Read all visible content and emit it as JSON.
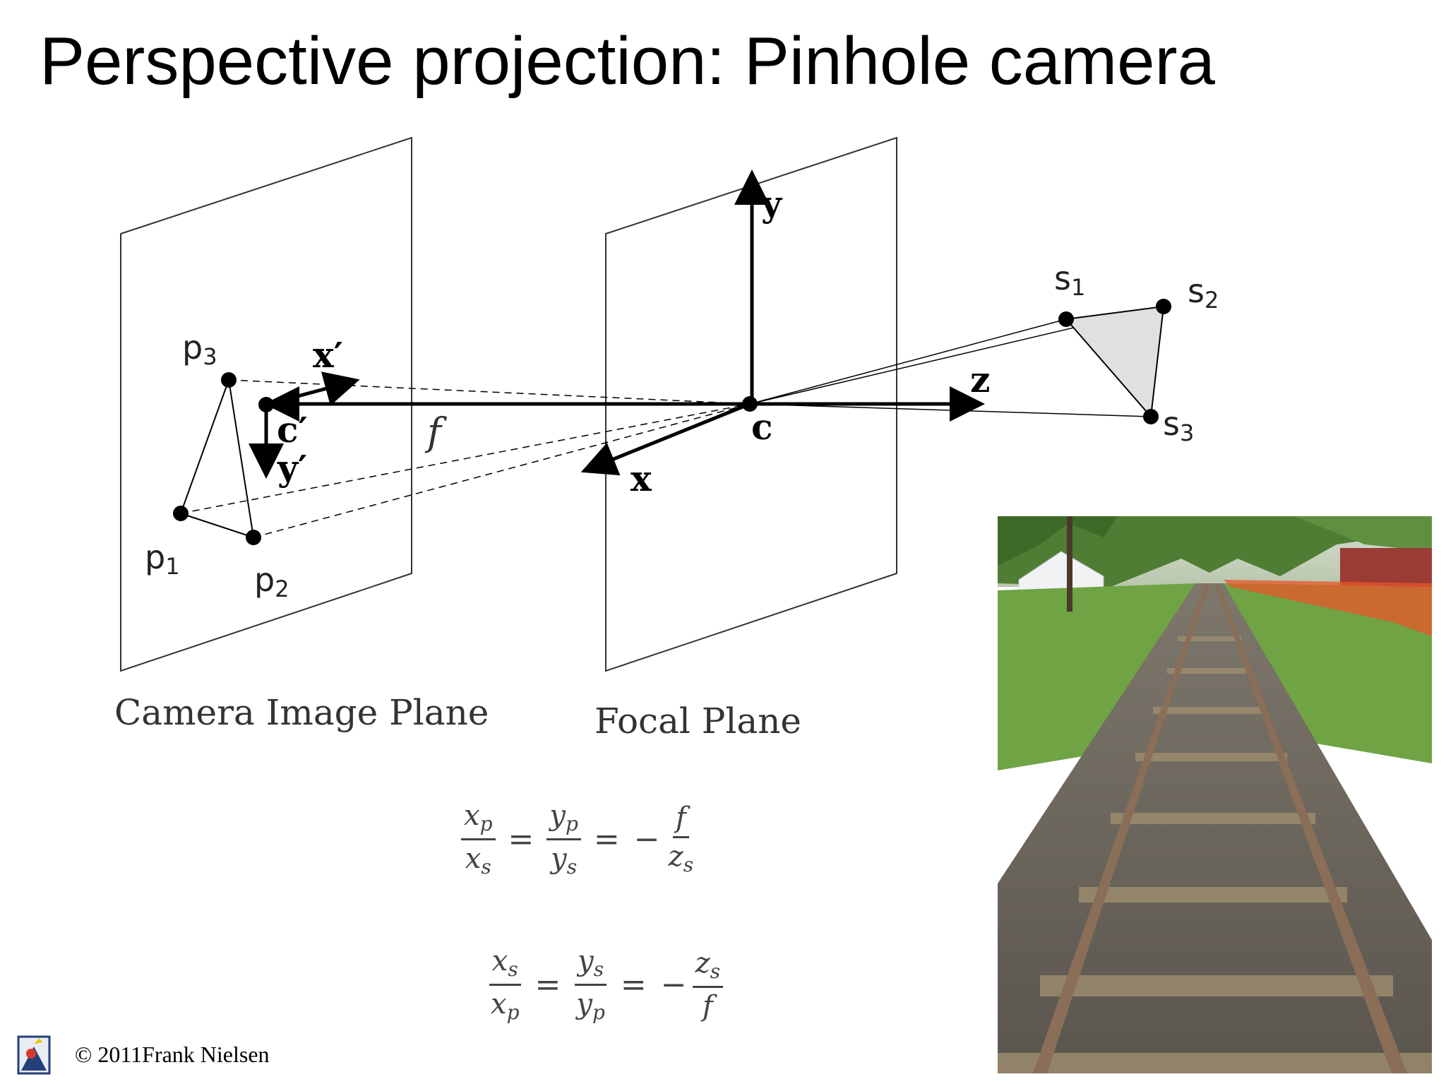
{
  "slide": {
    "title": "Perspective projection: Pinhole camera"
  },
  "diagram": {
    "labels": {
      "y_axis": "y",
      "z_axis": "z",
      "x_axis": "x",
      "center": "c",
      "image_center": "c′",
      "image_x": "x′",
      "image_y": "y′",
      "focal_length": "f",
      "p1": "p",
      "p1_sub": "1",
      "p2": "p",
      "p2_sub": "2",
      "p3": "p",
      "p3_sub": "3",
      "s1": "s",
      "s1_sub": "1",
      "s2": "s",
      "s2_sub": "2",
      "s3": "s",
      "s3_sub": "3"
    },
    "captions": {
      "image_plane": "Camera Image Plane",
      "focal_plane": "Focal Plane"
    }
  },
  "equations": {
    "eq1": {
      "a_num": "x",
      "a_num_sub": "p",
      "a_den": "x",
      "a_den_sub": "s",
      "b_num": "y",
      "b_num_sub": "p",
      "b_den": "y",
      "b_den_sub": "s",
      "c_num": "f",
      "c_den": "z",
      "c_den_sub": "s",
      "eq": "=",
      "minus": "−"
    },
    "eq2": {
      "a_num": "x",
      "a_num_sub": "s",
      "a_den": "x",
      "a_den_sub": "p",
      "b_num": "y",
      "b_num_sub": "s",
      "b_den": "y",
      "b_den_sub": "p",
      "c_num": "z",
      "c_num_sub": "s",
      "c_den": "f",
      "eq": "=",
      "minus": "−"
    }
  },
  "footer": {
    "copyright": "© 2011Frank Nielsen"
  },
  "colors": {
    "triangle_fill": "#e0e0e0",
    "gravel": "#6f6a62",
    "grass": "#6fa344",
    "rail": "#8a6e58",
    "sky": "#c8d2c0",
    "fence": "#e8552a"
  }
}
